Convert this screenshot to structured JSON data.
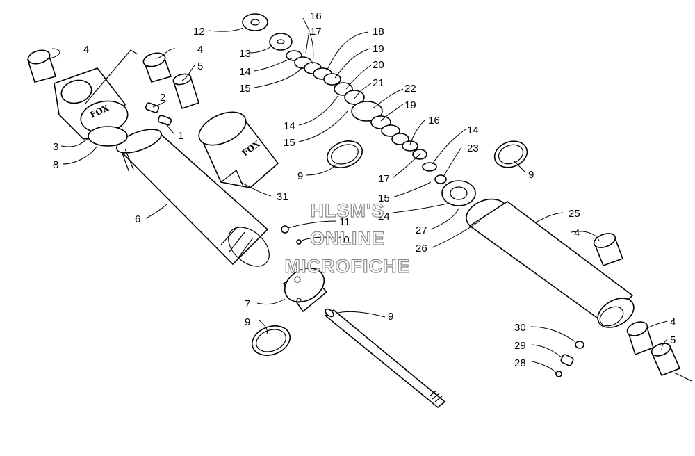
{
  "watermark": {
    "line1": "HLSM'S",
    "line2": "ONLINE",
    "line3": "MICROFICHE"
  },
  "brand_marks": {
    "reservoir_left": "FOX",
    "reservoir_canister": "FOX"
  },
  "callouts": [
    "1",
    "2",
    "3",
    "4",
    "4",
    "4",
    "4",
    "5",
    "5",
    "6",
    "7",
    "8",
    "9",
    "9",
    "9",
    "9",
    "10",
    "11",
    "12",
    "13",
    "14",
    "14",
    "14",
    "15",
    "15",
    "15",
    "16",
    "16",
    "17",
    "17",
    "18",
    "19",
    "19",
    "20",
    "21",
    "22",
    "23",
    "24",
    "25",
    "26",
    "27",
    "28",
    "29",
    "30",
    "31"
  ]
}
